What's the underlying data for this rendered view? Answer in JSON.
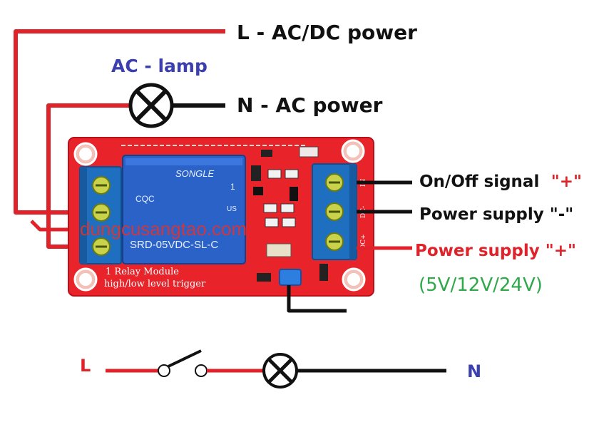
{
  "labels": {
    "l_power": "L - AC/DC power",
    "ac_lamp": "AC - lamp",
    "n_power": "N - AC power",
    "onoff_signal": "On/Off signal",
    "onoff_plus": "\"+\"",
    "supply_minus": "Power supply \"-\"",
    "supply_plus": "Power supply \"+\"",
    "voltages": "(5V/12V/24V)"
  },
  "module": {
    "relay_brand": "SONGLE",
    "relay_model": "SRD-05VDC-SL-C",
    "relay_mark": "1",
    "relay_cert": "CQC",
    "relay_us": "US",
    "silk_line1": "1 Relay  Module",
    "silk_line2": "high/low level trigger",
    "pin_in": "IN",
    "pin_dcminus": "DC-",
    "pin_dcplus": "DC+",
    "watermark": "dungcusangtao.com"
  },
  "schematic": {
    "left_label": "L",
    "right_label": "N"
  },
  "colors": {
    "wire_red": "#e0222a",
    "wire_black": "#111111",
    "pcb_red": "#e8232a",
    "terminal_blue": "#1e6fc0",
    "relay_blue": "#2a62c8",
    "label_blue": "#3b3fb0",
    "label_green": "#2fa84a"
  }
}
